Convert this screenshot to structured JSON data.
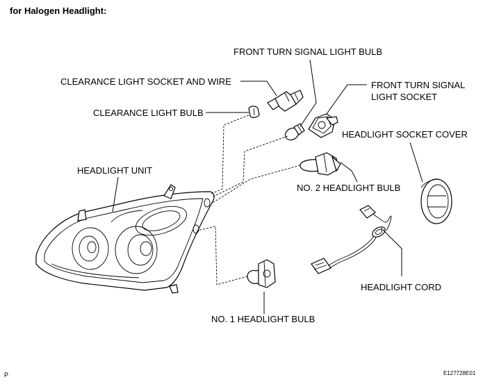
{
  "title": "for Halogen Headlight:",
  "labels": {
    "front_turn_signal_bulb": "FRONT TURN SIGNAL LIGHT BULB",
    "clearance_socket_wire": "CLEARANCE LIGHT SOCKET AND WIRE",
    "front_turn_signal_socket_line1": "FRONT TURN SIGNAL",
    "front_turn_signal_socket_line2": "LIGHT SOCKET",
    "clearance_bulb": "CLEARANCE LIGHT BULB",
    "headlight_socket_cover": "HEADLIGHT SOCKET COVER",
    "headlight_unit": "HEADLIGHT UNIT",
    "no2_bulb": "NO. 2 HEADLIGHT BULB",
    "headlight_cord": "HEADLIGHT CORD",
    "no1_bulb": "NO. 1 HEADLIGHT BULB"
  },
  "footer": {
    "page_marker": "P",
    "figure_code": "E127728E01"
  }
}
